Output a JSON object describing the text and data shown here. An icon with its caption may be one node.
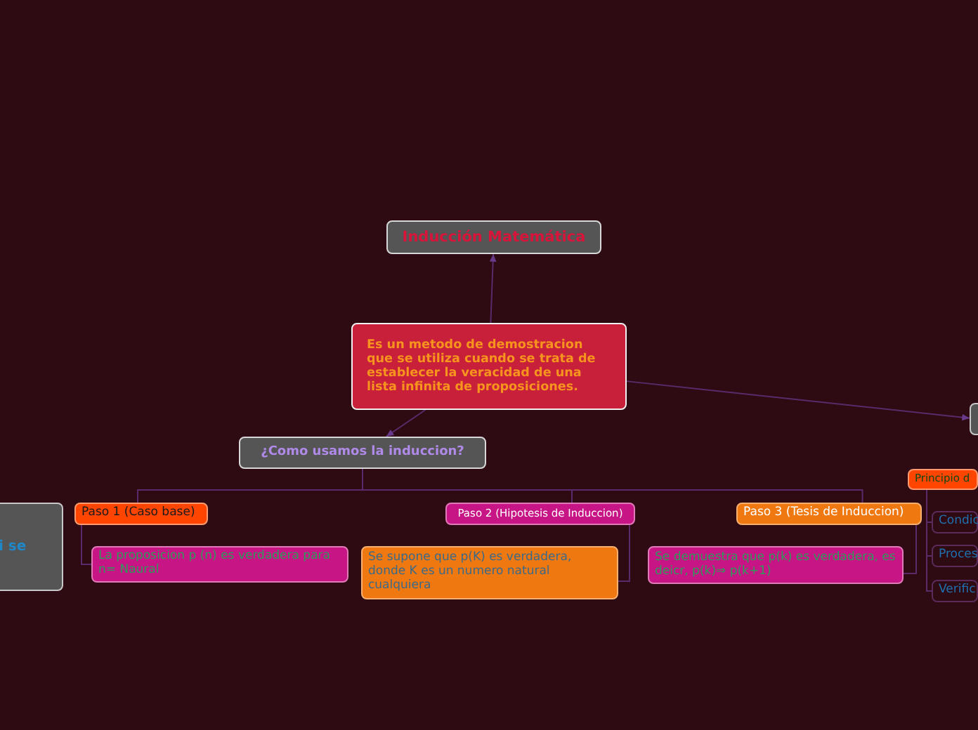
{
  "diagram": {
    "nodes": [
      {
        "text": [
          "Inducción Matemática"
        ]
      },
      {
        "text": [
          "Es un metodo de demostracion que se utiliza cuando se trata de establecer la veracidad de una lista infinita de proposiciones."
        ]
      },
      {
        "text": [],
        "shape": "box"
      },
      {
        "text": [
          "¿Como usamos la induccion?"
        ]
      },
      {
        "text": [
          "Principio d"
        ]
      },
      {
        "text": [
          "i se"
        ]
      },
      {
        "text": [
          "Paso 1 (Caso base)"
        ]
      },
      {
        "text": [
          "Paso 2 (Hipotesis de Induccion)"
        ]
      },
      {
        "text": [
          "Paso 3 (Tesis de Induccion)"
        ]
      },
      {
        "text": [
          "Condic"
        ]
      },
      {
        "text": [
          "La proposicion p (n) es verdadera para n= Naural"
        ]
      },
      {
        "text": [
          "Se supone que p(K) es verdadera, donde K es un numero natural cualquiera"
        ]
      },
      {
        "text": [
          "Se demuestra que p(k) es verdadera, es deicr, p(k)⇒ p(k+1)"
        ]
      },
      {
        "text": [
          "Proces"
        ]
      },
      {
        "text": [
          "Verific"
        ]
      }
    ],
    "edges": [
      {
        "from": 1,
        "to": 0,
        "arrow": "to"
      },
      {
        "from": 1,
        "to": 2,
        "arrow": "to"
      },
      {
        "from": 1,
        "to": 3,
        "arrow": "to"
      },
      {
        "from": 3,
        "to": 6,
        "arrow": "none"
      },
      {
        "from": 3,
        "to": 7,
        "arrow": "none"
      },
      {
        "from": 3,
        "to": 8,
        "arrow": "none"
      },
      {
        "from": 6,
        "to": 10,
        "arrow": "none"
      },
      {
        "from": 7,
        "to": 11,
        "arrow": "none"
      },
      {
        "from": 8,
        "to": 12,
        "arrow": "none"
      },
      {
        "from": 4,
        "to": 9,
        "arrow": "none"
      },
      {
        "from": 4,
        "to": 13,
        "arrow": "none"
      },
      {
        "from": 4,
        "to": 14,
        "arrow": "none"
      }
    ]
  }
}
